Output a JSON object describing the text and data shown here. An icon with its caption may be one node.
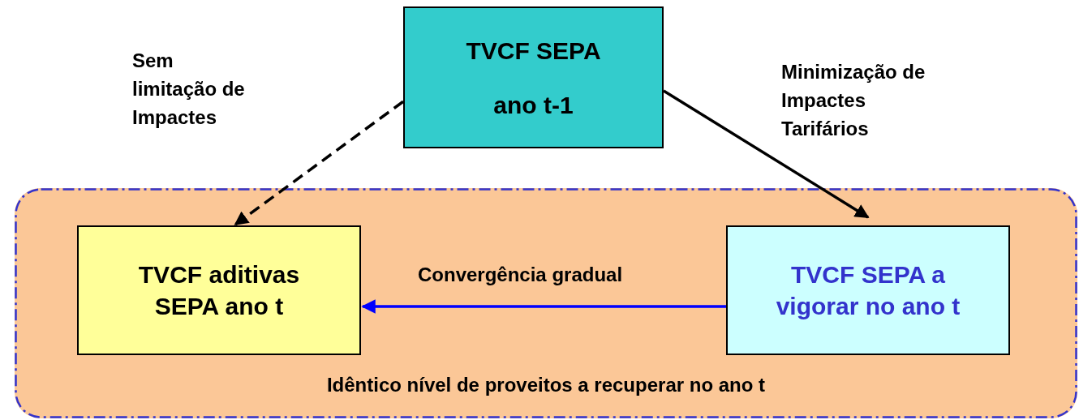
{
  "diagram": {
    "nodes": [
      {
        "text": [
          "TVCF SEPA",
          "ano t-1"
        ]
      },
      {
        "text": [
          "Idêntico nível de proveitos a recuperar no ano t"
        ]
      },
      {
        "text": [
          "TVCF aditivas SEPA ano t"
        ],
        "in": 1
      },
      {
        "text": [
          "TVCF SEPA a vigorar no ano t"
        ],
        "in": 1
      }
    ],
    "edges": [
      {
        "from": 0,
        "to": 2,
        "arrow": "to",
        "style": "dashed",
        "label": "Sem limitação de Impactes"
      },
      {
        "from": 0,
        "to": 3,
        "arrow": "to",
        "label": "Minimização de Impactes Tarifários"
      },
      {
        "from": 3,
        "to": 2,
        "arrow": "to",
        "color": "#0000ff",
        "label": "Convergência gradual"
      }
    ]
  }
}
